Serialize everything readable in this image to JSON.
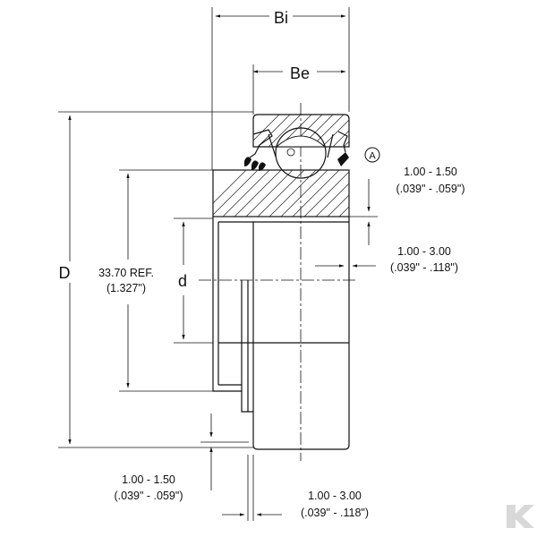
{
  "dimensions": {
    "bi": "Bi",
    "be": "Be",
    "outer_diameter": "D",
    "bore_diameter": "d",
    "ref_line1": "33.70 REF.",
    "ref_line2": "(1.327\")"
  },
  "callouts": {
    "detail_marker": "A",
    "right_upper": {
      "line1": "1.00 - 1.50",
      "line2": "(.039\" - .059\")"
    },
    "right_middle": {
      "line1": "1.00 - 3.00",
      "line2": "(.039\" - .118\")"
    },
    "bottom_left": {
      "line1": "1.00 - 1.50",
      "line2": "(.039\" - .059\")"
    },
    "bottom_right": {
      "line1": "1.00 - 3.00",
      "line2": "(.039\" - .118\")"
    }
  },
  "logo": {
    "text": "K",
    "color": "#d8d8d8"
  }
}
